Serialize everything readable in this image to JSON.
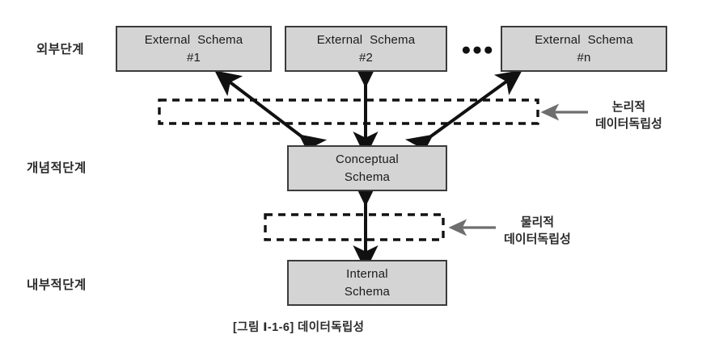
{
  "figure": {
    "caption": "[그림 Ⅰ-1-6] 데이터독립성",
    "colors": {
      "box_fill": "#d4d4d4",
      "box_border": "#3b3b3b",
      "arrow": "#111111",
      "annotation_arrow": "#6e6e6e",
      "dashed_border": "#111111",
      "text": "#2b2b2b",
      "background": "#ffffff"
    }
  },
  "stages": [
    {
      "id": "external",
      "label": "외부단계"
    },
    {
      "id": "conceptual",
      "label": "개념적단계"
    },
    {
      "id": "internal",
      "label": "내부적단계"
    }
  ],
  "boxes": [
    {
      "id": "external-schema-1",
      "line1": "External  Schema",
      "line2": "#1"
    },
    {
      "id": "external-schema-2",
      "line1": "External  Schema",
      "line2": "#2"
    },
    {
      "id": "external-schema-n",
      "line1": "External  Schema",
      "line2": "#n"
    },
    {
      "id": "conceptual-schema",
      "line1": "Conceptual",
      "line2": "Schema"
    },
    {
      "id": "internal-schema",
      "line1": "Internal",
      "line2": "Schema"
    }
  ],
  "ellipsis": "●●●",
  "annotations": [
    {
      "id": "logical-independence",
      "line1": "논리적",
      "line2": "데이터독립성"
    },
    {
      "id": "physical-independence",
      "line1": "물리적",
      "line2": "데이터독립성"
    }
  ]
}
